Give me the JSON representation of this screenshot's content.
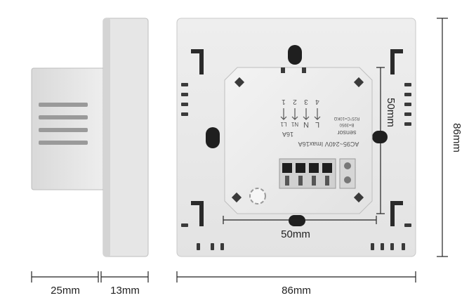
{
  "dimensions": {
    "side_depth": "25mm",
    "side_thickness": "13mm",
    "front_width": "86mm",
    "front_height": "86mm",
    "module_width": "50mm",
    "module_height": "50mm"
  },
  "module_print": {
    "voltage_line": "AC95~240V  Imax16A",
    "rating": "16A",
    "terminal_names": [
      "L1",
      "N1",
      "N",
      "L"
    ],
    "terminal_numbers": [
      "1",
      "2",
      "3",
      "4"
    ],
    "sensor_label": "sensor",
    "sensor_sub_a": "B=3950",
    "sensor_sub_b": "R25°C=10KΩ"
  },
  "colors": {
    "plastic": "#e7e7e7",
    "plastic_edge": "#c9c9c9",
    "slot": "#2a2a2a",
    "dimension_line": "#222222"
  }
}
